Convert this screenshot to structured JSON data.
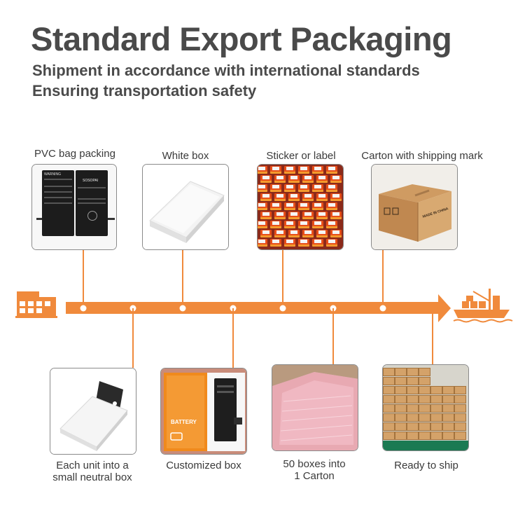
{
  "header": {
    "title": "Standard Export Packaging",
    "subtitle_1": "Shipment in accordance with international standards",
    "subtitle_2": "Ensuring transportation safety"
  },
  "steps_top": [
    {
      "label": "PVC bag packing"
    },
    {
      "label": "White box"
    },
    {
      "label": "Sticker or label"
    },
    {
      "label": "Carton with shipping mark"
    }
  ],
  "steps_bottom": [
    {
      "label_line1": "Each unit into a",
      "label_line2": "small neutral box"
    },
    {
      "label_line1": "Customized box",
      "label_line2": ""
    },
    {
      "label_line1": "50 boxes into",
      "label_line2": "1 Carton"
    },
    {
      "label_line1": "Ready to ship",
      "label_line2": ""
    }
  ],
  "product_text": {
    "warning": "WARNING",
    "brand": "SOSOPAI",
    "carton_mark": "MADE IN CHINA",
    "box_brand": "BATTERY"
  },
  "colors": {
    "accent": "#f08a3c",
    "title": "#4a4a4a",
    "card_border": "#8a8a8a"
  },
  "icons": {
    "start": "factory-icon",
    "end": "cargo-ship-icon"
  }
}
